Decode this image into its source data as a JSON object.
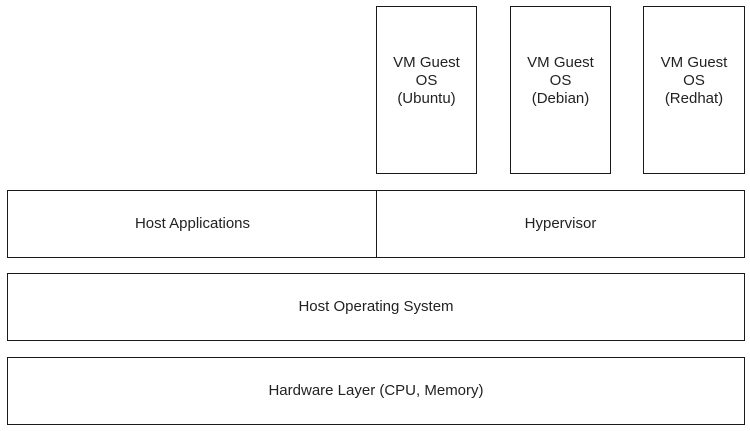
{
  "vms": [
    {
      "line1": "VM Guest",
      "line2": "OS",
      "line3": "(Ubuntu)"
    },
    {
      "line1": "VM Guest",
      "line2": "OS",
      "line3": "(Debian)"
    },
    {
      "line1": "VM Guest",
      "line2": "OS",
      "line3": "(Redhat)"
    }
  ],
  "layers": {
    "host_applications": "Host Applications",
    "hypervisor": "Hypervisor",
    "host_os": "Host Operating System",
    "hardware": "Hardware Layer (CPU, Memory)"
  }
}
